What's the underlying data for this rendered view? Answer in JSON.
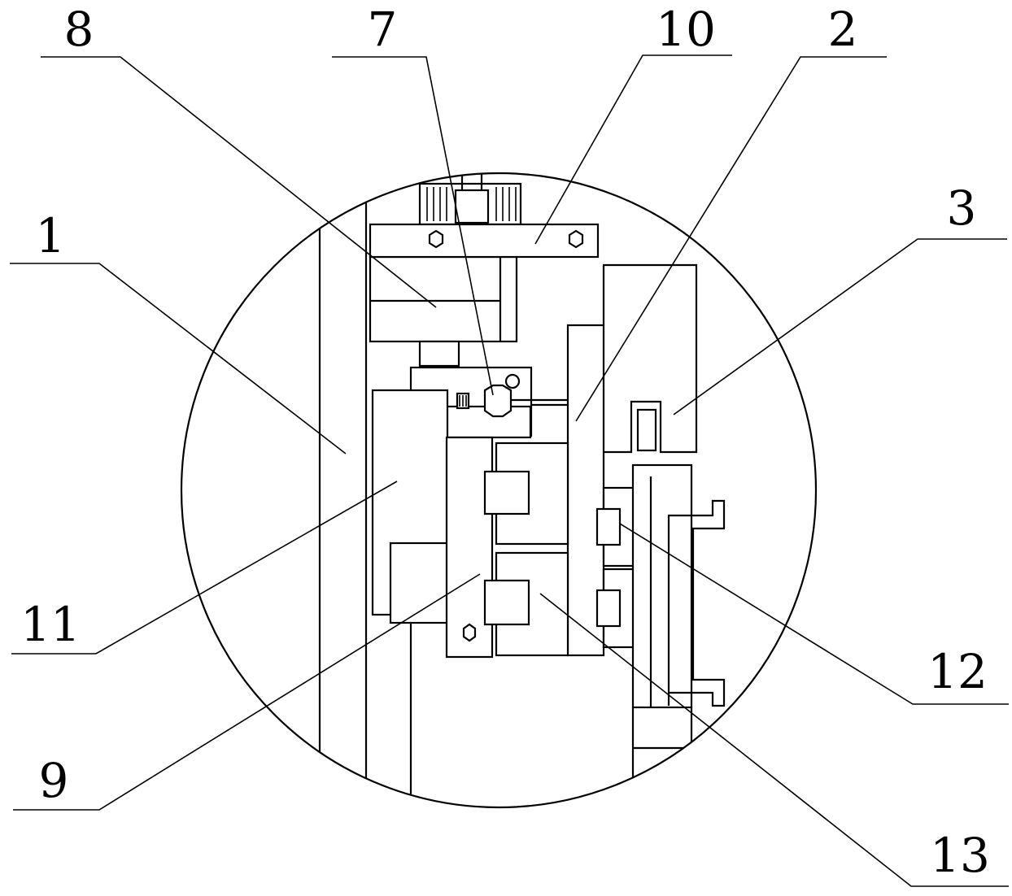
{
  "callouts": [
    {
      "id": "c8",
      "text": "8"
    },
    {
      "id": "c7",
      "text": "7"
    },
    {
      "id": "c10",
      "text": "10"
    },
    {
      "id": "c2",
      "text": "2"
    },
    {
      "id": "c3",
      "text": "3"
    },
    {
      "id": "c1",
      "text": "1"
    },
    {
      "id": "c11",
      "text": "11"
    },
    {
      "id": "c12",
      "text": "12"
    },
    {
      "id": "c9",
      "text": "9"
    },
    {
      "id": "c13",
      "text": "13"
    }
  ]
}
